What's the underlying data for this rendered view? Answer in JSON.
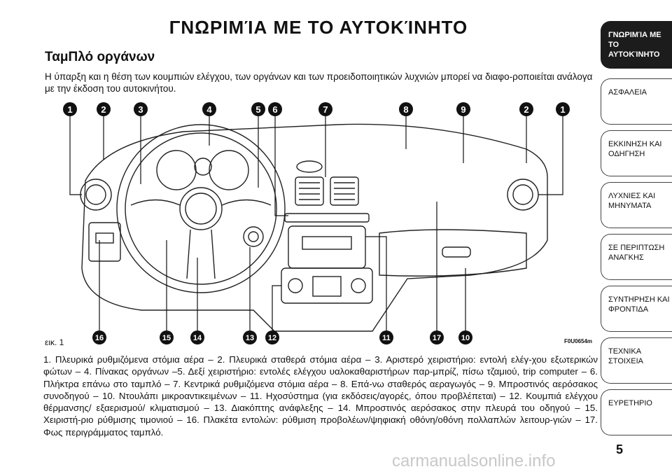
{
  "header": {
    "title": "ΓΝΩΡΙΜΊΑ ΜΕ ΤΟ ΑΥΤΟΚΊΝΗΤΟ",
    "subtitle": "ΤαμΠλό οργάνων",
    "intro": "Η ύπαρξη και η θέση των κουμπιών ελέγχου, των οργάνων και των προειδοποιητικών λυχνιών μπορεί να διαφο-ροποιείται ανάλογα με την έκδοση του αυτοκινήτου."
  },
  "figure": {
    "caption": "εικ. 1",
    "code": "F0U0654m",
    "top_callouts": [
      "1",
      "2",
      "3",
      "4",
      "5",
      "6",
      "7",
      "8",
      "9",
      "2",
      "1"
    ],
    "bottom_callouts": [
      "16",
      "15",
      "14",
      "13",
      "12",
      "11",
      "17",
      "10"
    ]
  },
  "body_text": "1. Πλευρικά ρυθμιζόμενα στόμια αέρα – 2. Πλευρικά σταθερά στόμια αέρα – 3. Αριστερό χειριστήριο: εντολή ελέγ-χου εξωτερικών φώτων – 4. Πίνακας οργάνων –5. Δεξί χειριστήριο: εντολές ελέγχου υαλοκαθαριστήρων παρ-μπρίζ, πίσω τζαμιού, trip computer – 6. Πλήκτρα επάνω στο ταμπλό – 7. Κεντρικά ρυθμιζόμενα στόμια αέρα – 8. Επά-νω σταθερός αεραγωγός – 9. Μπροστινός αερόσακος συνοδηγού – 10. Ντουλάπι μικροαντικειμένων – 11. Ηχοσύστημα (για εκδόσεις/αγορές, όπου προβλέπεται) – 12. Κουμπιά ελέγχου θέρμανσης/ εξαερισμού/ κλιματισμού – 13. Διακόπτης ανάφλεξης – 14. Μπροστινός αερόσακος στην πλευρά του οδηγού – 15. Χειριστή-ριο ρύθμισης τιμονιού – 16. Πλακέτα εντολών: ρύθμιση προβολέων/ψηφιακή οθόνη/οθόνη πολλαπλών λειτουρ-γιών – 17. Φως περιγράμματος ταμπλό.",
  "tabs": [
    {
      "label": "ΓΝΩΡΙΜΊΑ ΜΕ ΤΟ ΑΥΤΟΚΊΝΗΤΟ",
      "active": true
    },
    {
      "label": "ΑΣΦΑΛΕΙΑ",
      "active": false
    },
    {
      "label": "ΕΚΚΙΝΗΣΗ ΚΑΙ ΟΔΗΓΗΣΗ",
      "active": false
    },
    {
      "label": "ΛΥΧΝΙΕΣ ΚΑΙ ΜΗΝΥΜΑΤΑ",
      "active": false
    },
    {
      "label": "ΣΕ ΠΕΡΙΠΤΩΣΗ ΑΝΑΓΚΗΣ",
      "active": false
    },
    {
      "label": "ΣΥΝΤΗΡΗΣΗ ΚΑΙ ΦΡΟΝΤΙΔΑ",
      "active": false
    },
    {
      "label": "ΤΕΧΝΙΚΑ ΣΤΟΙΧΕΙΑ",
      "active": false
    },
    {
      "label": "ΕΥΡΕΤΗΡΙΟ",
      "active": false
    }
  ],
  "page_number": "5",
  "watermark": "carmanualsonline.info"
}
